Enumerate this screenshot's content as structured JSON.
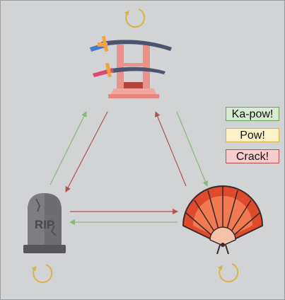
{
  "colors": {
    "background": "#d1d3d5",
    "green_arrow": "#8ab87a",
    "red_arrow": "#b05252",
    "cycle_arrow": "#d9b24a"
  },
  "nodes": [
    {
      "id": "katana-rack",
      "icon": "katana-rack-icon"
    },
    {
      "id": "tombstone",
      "icon": "tombstone-icon",
      "text": "RIP"
    },
    {
      "id": "fan",
      "icon": "hand-fan-icon"
    }
  ],
  "legend": [
    {
      "label": "Ka-pow!",
      "color": "#d5ecd0",
      "border": "#6aa25d"
    },
    {
      "label": "Pow!",
      "color": "#fdf1c8",
      "border": "#d9b24a"
    },
    {
      "label": "Crack!",
      "color": "#f6cccc",
      "border": "#c05050"
    }
  ]
}
